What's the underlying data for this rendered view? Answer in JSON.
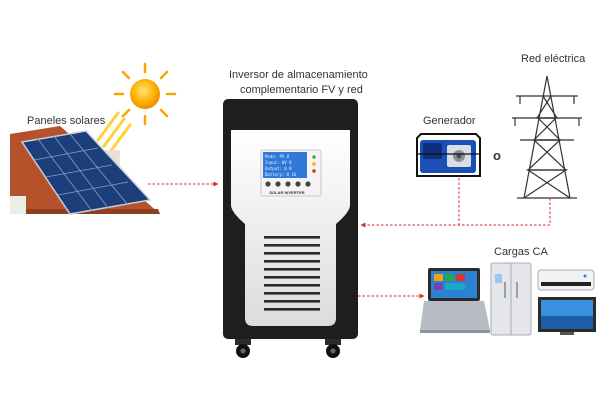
{
  "labels": {
    "solar_panels": "Paneles solares",
    "inverter_title_line1": "Inversor de almacenamiento",
    "inverter_title_line2": "complementario FV y red",
    "generator": "Generador",
    "or": "o",
    "grid": "Red eléctrica",
    "loads": "Cargas CA"
  },
  "inverter": {
    "front_label": "SOLAR INVERTER",
    "lcd_lines": [
      "Mode: PV  8",
      "Input: 0V  8",
      "Output: 0  8",
      "Battery: 0  16"
    ]
  },
  "colors": {
    "connection_line": "#d62b2b",
    "inverter_body": "#1e1e1e",
    "inverter_panel": "#eeeeee",
    "lcd": "#2f7ad8",
    "generator": "#1b4fb6",
    "sun": "#f59a00"
  }
}
